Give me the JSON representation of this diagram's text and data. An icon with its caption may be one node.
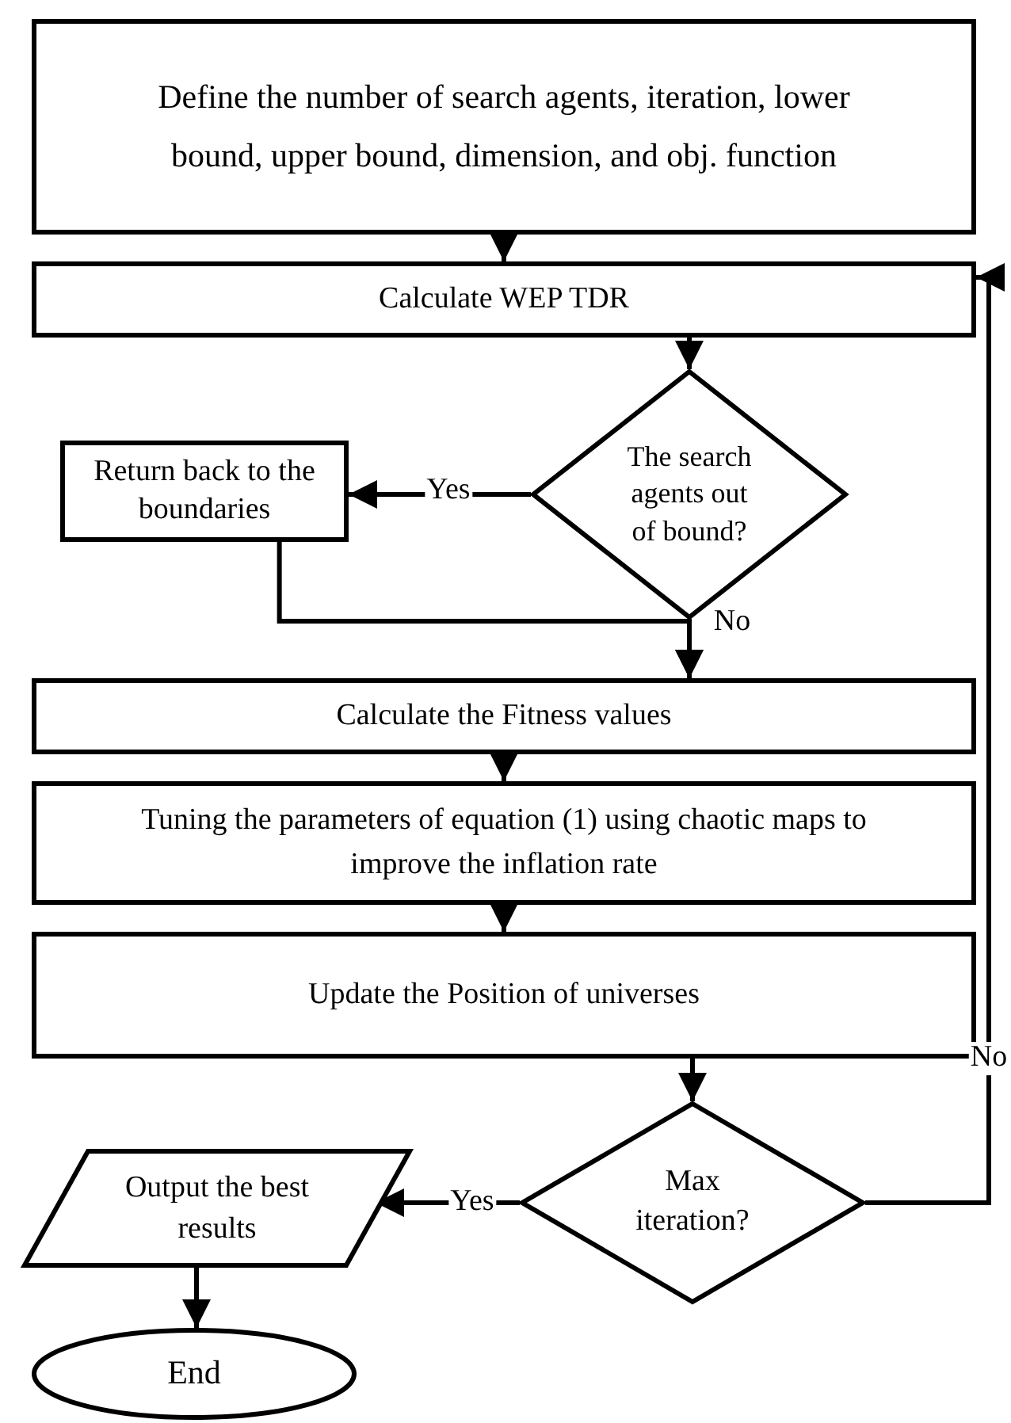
{
  "diagram": {
    "nodes": [
      {
        "text": [
          "Define the number of search agents, iteration, lower bound, upper bound, dimension, and obj. function"
        ]
      },
      {
        "text": [
          "Calculate WEP TDR"
        ]
      },
      {
        "text": [
          "The search agents out of bound?"
        ]
      },
      {
        "text": [
          "Return back to the boundaries"
        ]
      },
      {
        "text": [
          "Calculate the Fitness values"
        ]
      },
      {
        "text": [
          "Tuning the parameters of equation (1) using chaotic maps to improve the inflation rate"
        ]
      },
      {
        "text": [
          "Update the Position of universes"
        ]
      },
      {
        "text": [
          "Max iteration?"
        ]
      },
      {
        "text": [
          "Output the best results"
        ]
      },
      {
        "text": [
          "End"
        ]
      }
    ],
    "edges": [
      {
        "from": 0,
        "to": 1,
        "arrow": "to"
      },
      {
        "from": 1,
        "to": 2,
        "arrow": "to"
      },
      {
        "from": 2,
        "to": 3,
        "arrow": "to",
        "label": "Yes"
      },
      {
        "from": 2,
        "to": 4,
        "arrow": "to",
        "label": "No"
      },
      {
        "from": 3,
        "to": 4,
        "arrow": "to"
      },
      {
        "from": 4,
        "to": 5,
        "arrow": "to"
      },
      {
        "from": 5,
        "to": 6,
        "arrow": "to"
      },
      {
        "from": 6,
        "to": 7,
        "arrow": "to"
      },
      {
        "from": 7,
        "to": 8,
        "arrow": "to",
        "label": "Yes"
      },
      {
        "from": 7,
        "to": 1,
        "arrow": "to",
        "label": "No"
      },
      {
        "from": 8,
        "to": 9,
        "arrow": "to"
      }
    ]
  }
}
